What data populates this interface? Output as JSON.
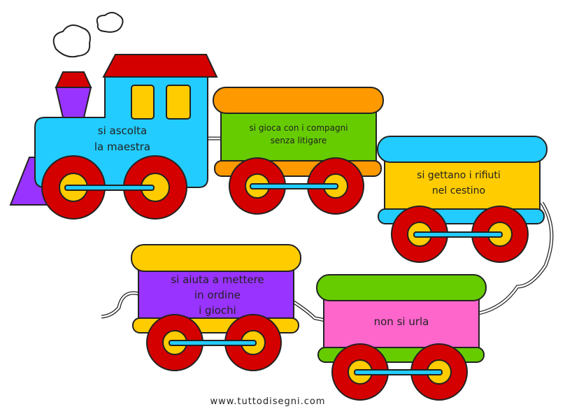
{
  "engine": {
    "line1": "si ascolta",
    "line2": "la maestra"
  },
  "wagons": [
    {
      "line1": "si gioca con i compagni",
      "line2": "senza litigare"
    },
    {
      "line1": "si gettano i rifiuti",
      "line2": "nel cestino"
    },
    {
      "line1": "si aiuta a mettere",
      "line2": "in ordine",
      "line3": "i giochi"
    },
    {
      "line1": "non si urla"
    }
  ],
  "footer": {
    "website": "www.tuttodisegni.com"
  },
  "colors": {
    "red": "#d40000",
    "blue": "#22ccff",
    "yellow": "#ffcc00",
    "green": "#66cc00",
    "orange": "#ff9900",
    "purple": "#9933ff",
    "pink": "#ff66cc"
  }
}
